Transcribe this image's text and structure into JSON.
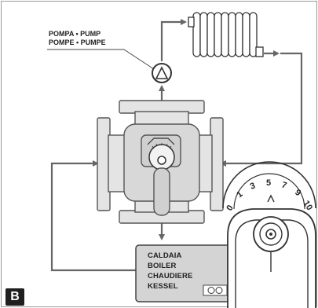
{
  "pump_label": {
    "line1": "POMPA • PUMP",
    "line2": "POMPE • PUMPE"
  },
  "boiler_label": [
    "CALDAIA",
    "BOILER",
    "CHAUDIERE",
    "KESSEL"
  ],
  "dial_scale": [
    "0",
    "1",
    "3",
    "5",
    "7",
    "9",
    "10"
  ],
  "figure_letter": "B",
  "colors": {
    "line": "#555555",
    "boiler_fill": "#d4d4d4",
    "valve_fill": "#e4e4e4",
    "dark": "#1f1f1f"
  }
}
